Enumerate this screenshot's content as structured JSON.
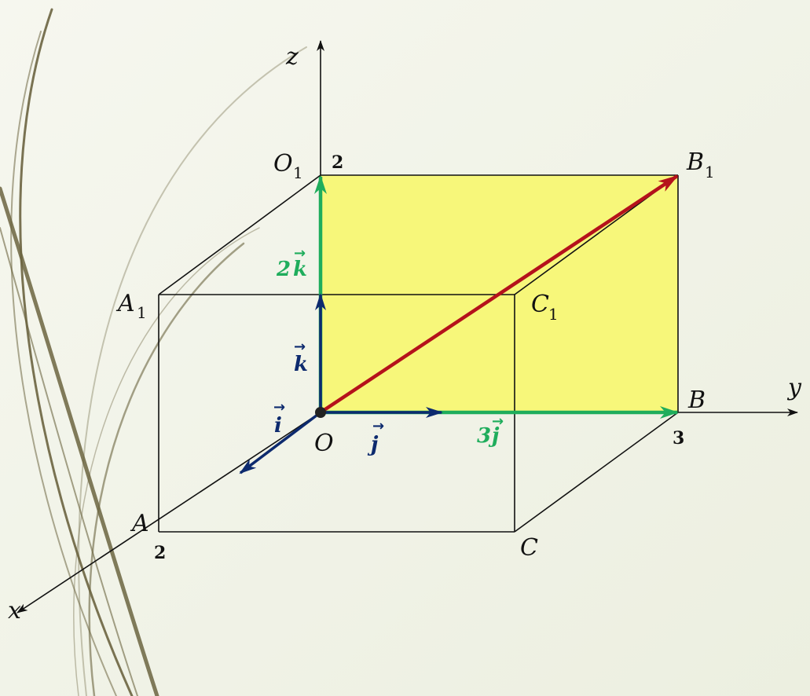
{
  "colors": {
    "background": "#f2f4ea",
    "face_fill": "#f7f77a",
    "edge": "#111111",
    "unit_vector": "#0d2a6e",
    "scaled_vector": "#1fad5c",
    "result_vector": "#b5121b",
    "decor_curve": "#6b6440"
  },
  "axes": {
    "x": "x",
    "y": "y",
    "z": "z"
  },
  "points": {
    "O": "O",
    "A": "A",
    "C": "C",
    "B": "B",
    "A1": {
      "base": "A",
      "sub": "1"
    },
    "C1": {
      "base": "C",
      "sub": "1"
    },
    "O1": {
      "base": "O",
      "sub": "1"
    },
    "B1": {
      "base": "B",
      "sub": "1"
    }
  },
  "ticks": {
    "x": "2",
    "y": "3",
    "z": "2"
  },
  "vectors": {
    "i": {
      "letter": "i",
      "arrow": "→"
    },
    "j": {
      "letter": "j",
      "arrow": "→"
    },
    "k": {
      "letter": "k",
      "arrow": "→"
    },
    "three_j": {
      "coef": "3",
      "letter": "j",
      "arrow": "→"
    },
    "two_k": {
      "coef": "2",
      "letter": "k",
      "arrow": "→"
    }
  }
}
